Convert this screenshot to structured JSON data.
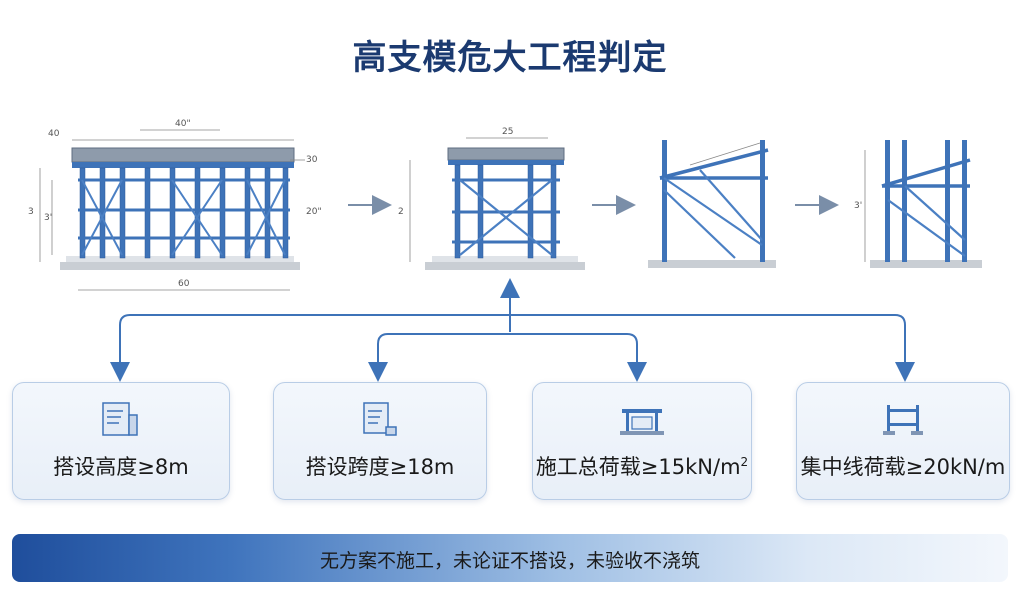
{
  "title": "高支模危大工程判定",
  "dimension_labels": {
    "fig1_top_left": "40",
    "fig1_top": "40\"",
    "fig1_right_top": "30",
    "fig1_right": "20\"",
    "fig1_left_outer": "3",
    "fig1_left_inner": "3'",
    "fig1_bottom": "60",
    "fig2_top": "25",
    "fig2_left": "2",
    "fig4_left": "3'"
  },
  "criteria": [
    {
      "label": "搭设高度≥8m",
      "icon": "document-height-icon"
    },
    {
      "label": "搭设跨度≥18m",
      "icon": "document-span-icon"
    },
    {
      "label": "施工总荷载≥15kN/m",
      "superscript": "2",
      "icon": "scaffold-load-icon"
    },
    {
      "label": "集中线荷载≥20kN/m",
      "icon": "frame-line-load-icon"
    }
  ],
  "banner_text": "无方案不施工，未论证不搭设，未验收不浇筑",
  "colors": {
    "title": "#1b3a70",
    "steel": "#3e73b8",
    "steel_dark": "#2c5a99",
    "arrow": "#3e73b8",
    "banner_start": "#1f4e9c"
  }
}
